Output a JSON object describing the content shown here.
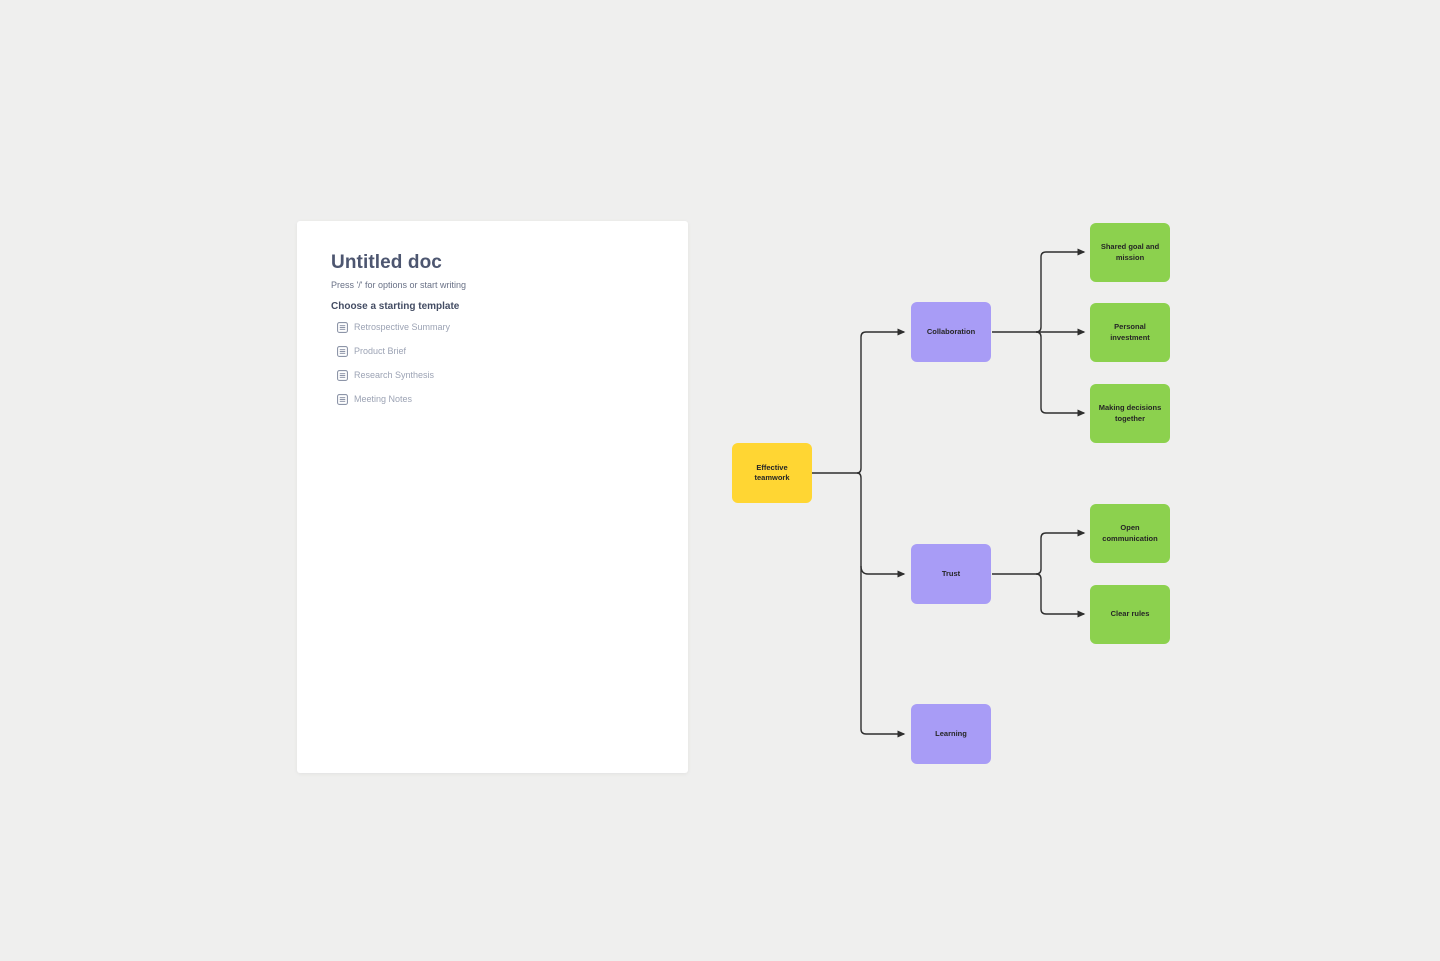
{
  "document_panel": {
    "title": "Untitled doc",
    "placeholder": "Press '/' for options or start writing",
    "templates_heading": "Choose a starting template",
    "templates": [
      {
        "label": "Retrospective Summary"
      },
      {
        "label": "Product Brief"
      },
      {
        "label": "Research Synthesis"
      },
      {
        "label": "Meeting Notes"
      }
    ]
  },
  "mindmap": {
    "root": {
      "label": "Effective teamwork",
      "color": "#ffd633"
    },
    "branches": [
      {
        "label": "Collaboration",
        "color": "#a89cf6",
        "children": [
          "Shared goal and mission",
          "Personal investment",
          "Making decisions together"
        ]
      },
      {
        "label": "Trust",
        "color": "#a89cf6",
        "children": [
          "Open communication",
          "Clear rules"
        ]
      },
      {
        "label": "Learning",
        "color": "#a89cf6",
        "children": []
      }
    ],
    "child_node_color": "#8cd14e",
    "connector_color": "#2e2e2e"
  },
  "canvas": {
    "background_color": "#efefee",
    "panel_color": "#ffffff"
  }
}
